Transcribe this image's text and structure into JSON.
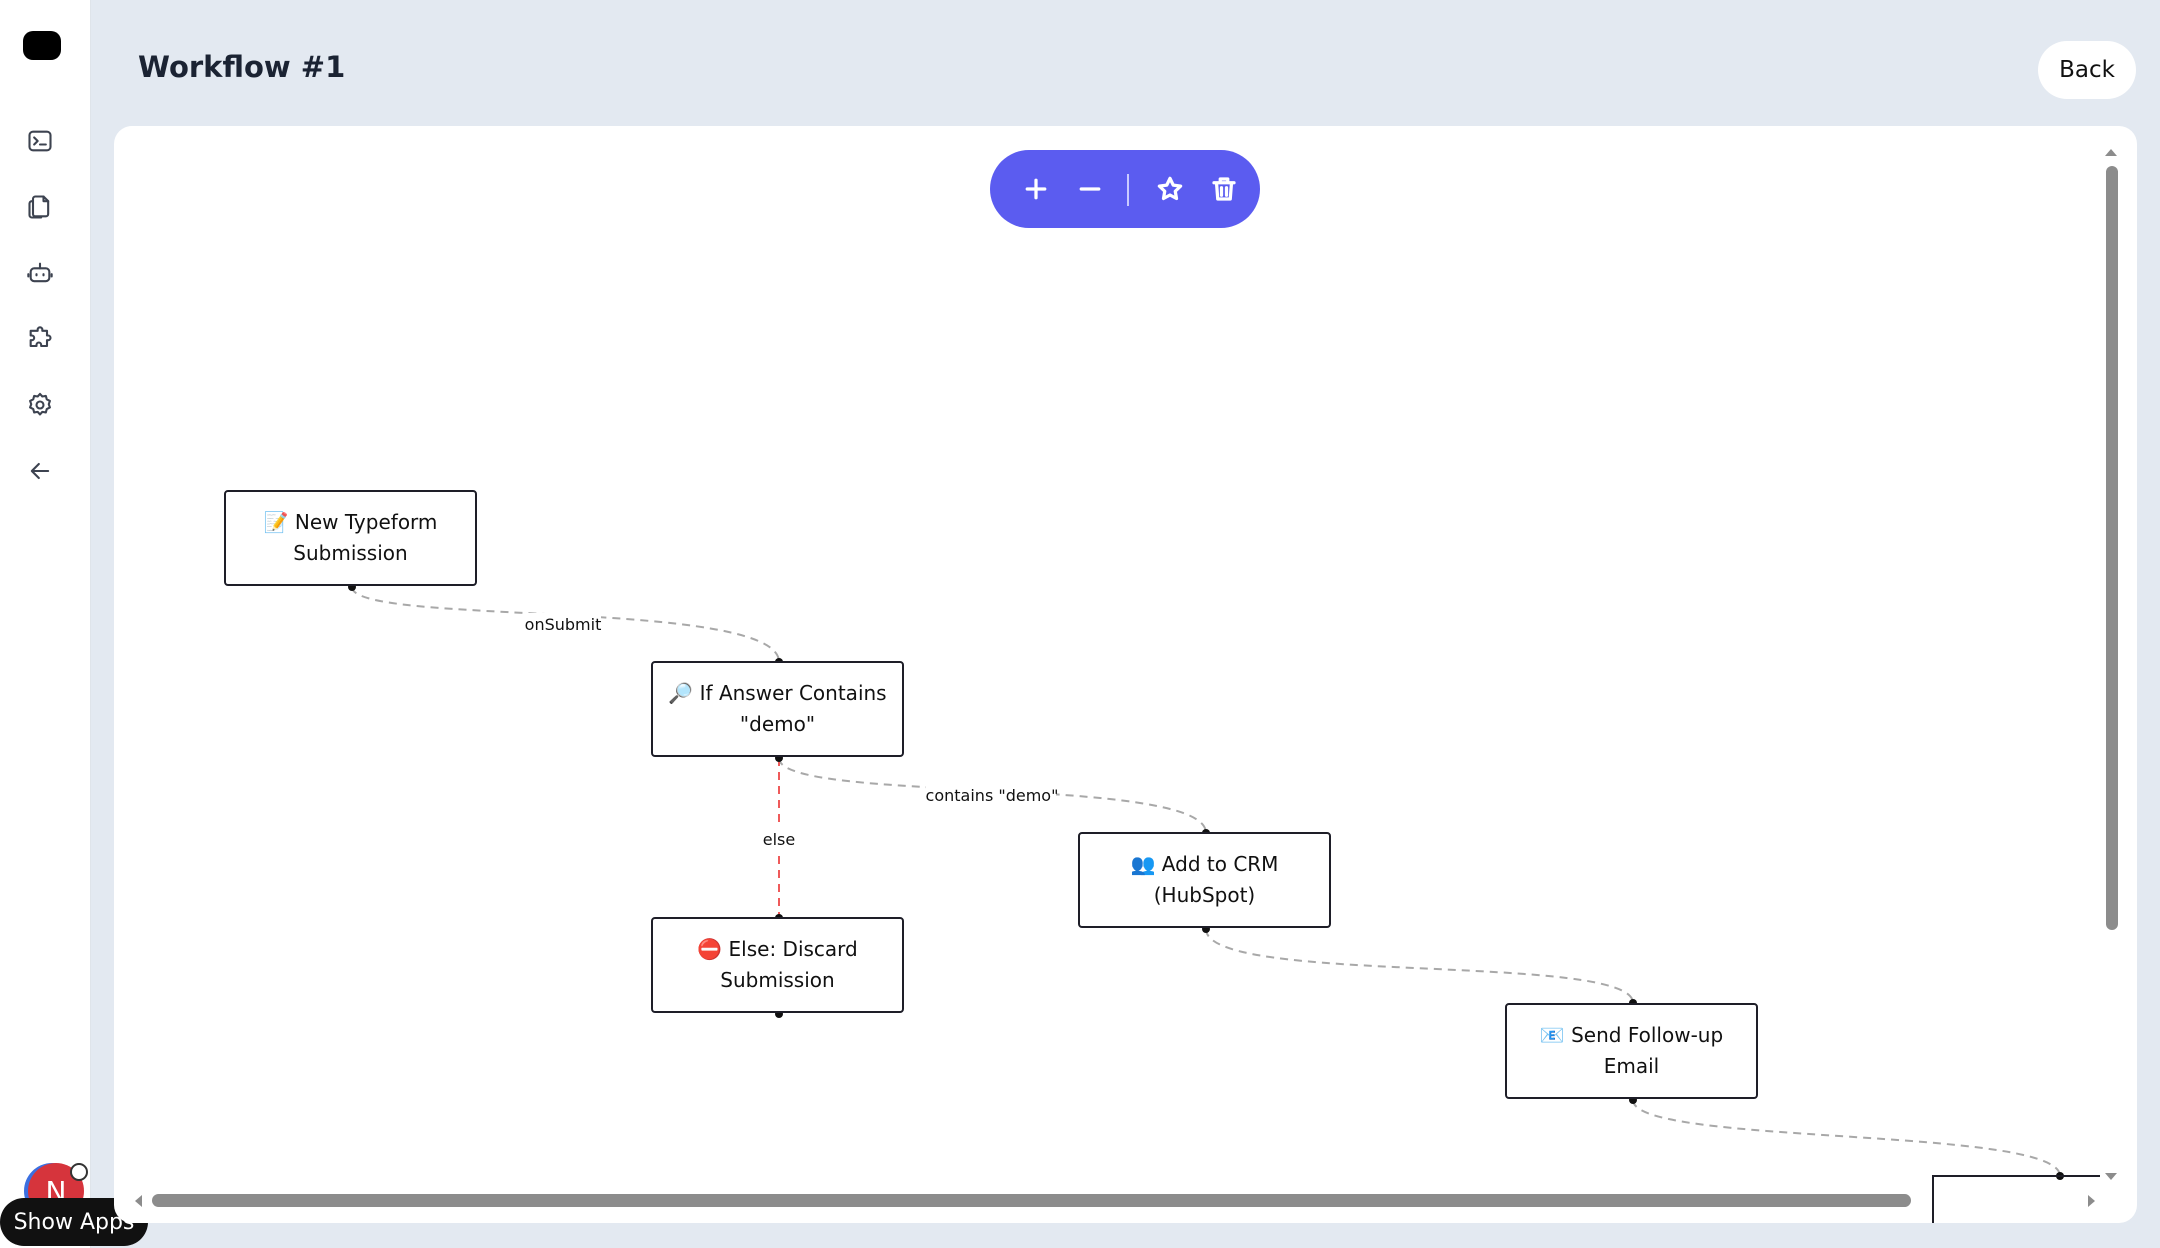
{
  "page": {
    "title": "Workflow #1",
    "back_label": "Back"
  },
  "sidebar": {
    "items": [
      {
        "icon": "terminal-icon"
      },
      {
        "icon": "documents-icon"
      },
      {
        "icon": "robot-icon"
      },
      {
        "icon": "puzzle-icon"
      },
      {
        "icon": "gear-icon"
      },
      {
        "icon": "arrow-left-icon"
      }
    ],
    "avatar_initial": "N",
    "show_apps_label": "Show Apps"
  },
  "toolbar": {
    "buttons": [
      "zoom-in",
      "zoom-out",
      "favorite",
      "delete"
    ],
    "accent": "#5b5cf0"
  },
  "nodes": [
    {
      "id": "n1",
      "line1": "📝 New Typeform",
      "line2": "Submission"
    },
    {
      "id": "n2",
      "line1": "🔎 If Answer Contains",
      "line2": "\"demo\""
    },
    {
      "id": "n3",
      "line1": "👥 Add to CRM",
      "line2": "(HubSpot)"
    },
    {
      "id": "n4",
      "line1": "⛔ Else: Discard",
      "line2": "Submission"
    },
    {
      "id": "n5",
      "line1": "📧 Send Follow-up",
      "line2": "Email"
    }
  ],
  "edges": [
    {
      "from": "n1",
      "to": "n2",
      "label": "onSubmit"
    },
    {
      "from": "n2",
      "to": "n3",
      "label": "contains \"demo\""
    },
    {
      "from": "n2",
      "to": "n4",
      "label": "else",
      "color": "#ef5a5a"
    },
    {
      "from": "n3",
      "to": "n5",
      "label": ""
    },
    {
      "from": "n5",
      "to": "n6",
      "label": ""
    }
  ]
}
